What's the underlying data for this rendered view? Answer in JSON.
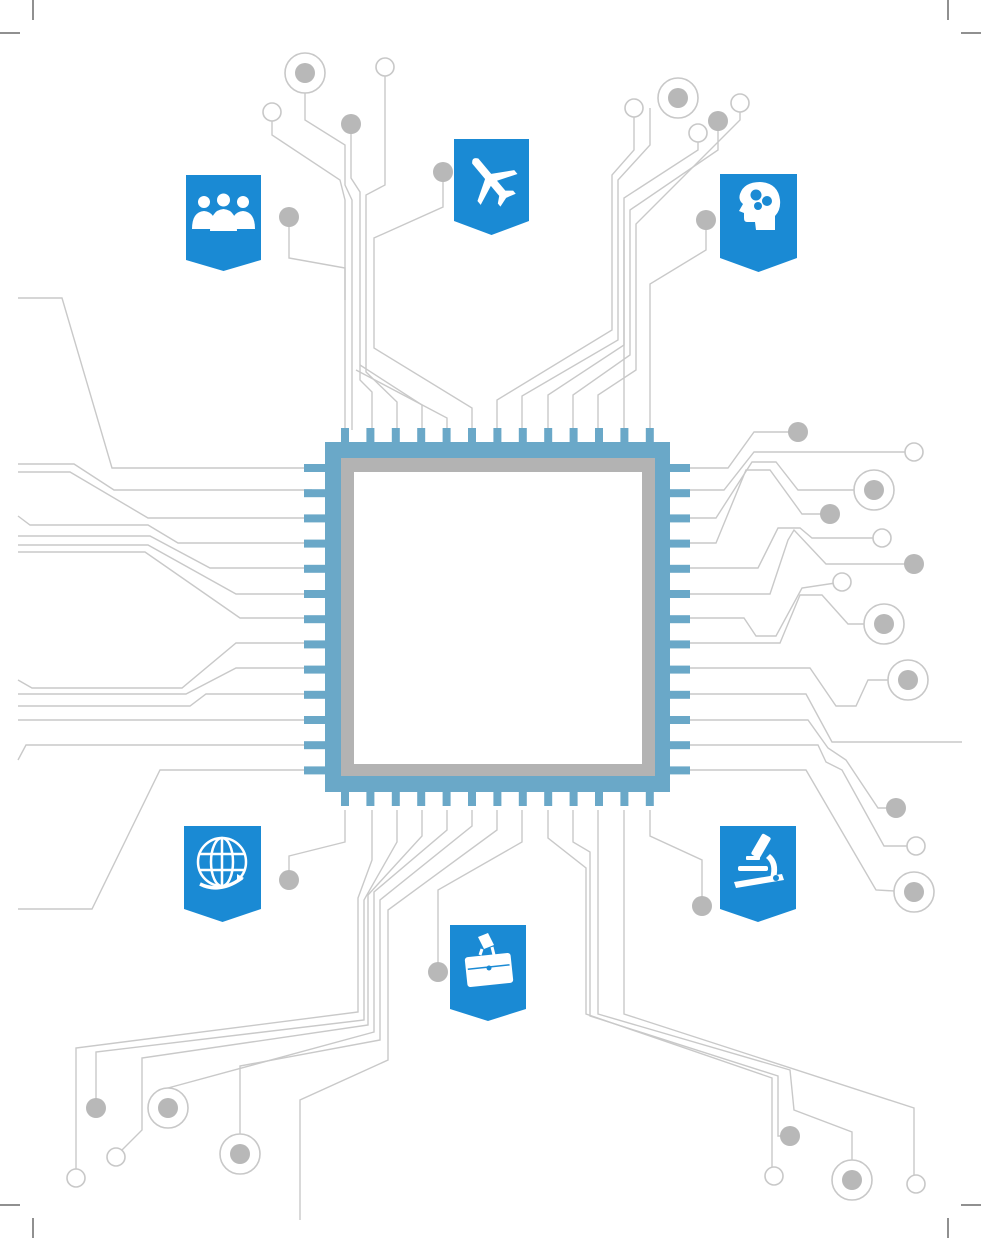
{
  "colors": {
    "background": "#ffffff",
    "chip_pins": "#6aa8c8",
    "chip_border": "#b3b3b3",
    "chip_core": "#ffffff",
    "traces": "#c9c9c9",
    "node_fill": "#b8b8b8",
    "node_ring": "#c8c8c8",
    "badge": "#1a8ad4",
    "badge_icon": "#ffffff",
    "crop_marks": "#222222"
  },
  "chip": {
    "pins_per_side": 13,
    "core_label": ""
  },
  "badges": [
    {
      "id": "people",
      "icon": "people-group-icon"
    },
    {
      "id": "airplane",
      "icon": "airplane-icon"
    },
    {
      "id": "brain",
      "icon": "head-gears-icon"
    },
    {
      "id": "globe",
      "icon": "globe-arrow-icon"
    },
    {
      "id": "briefcase",
      "icon": "briefcase-hand-icon"
    },
    {
      "id": "microscope",
      "icon": "microscope-icon"
    }
  ]
}
